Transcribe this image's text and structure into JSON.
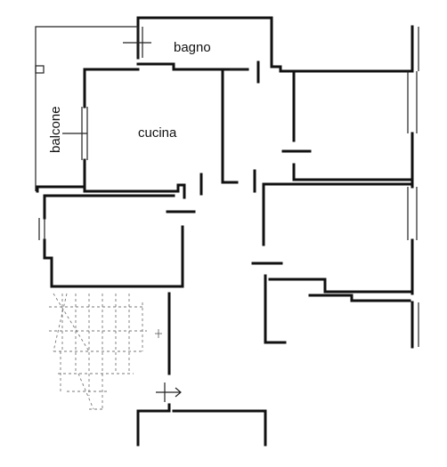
{
  "rooms": {
    "bathroom": "bagno",
    "kitchen": "cucina",
    "balcony": "balcone"
  }
}
